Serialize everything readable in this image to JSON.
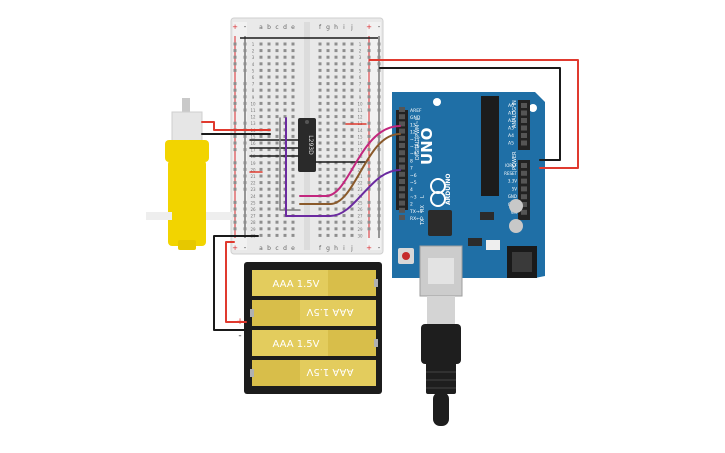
{
  "colors": {
    "background": "#ffffff",
    "breadboard": "#e9e9e9",
    "rail_red": "#d9262b",
    "rail_blue": "#3a3a3a",
    "arduino_blue": "#1f6fa6",
    "arduino_dark": "#155a88",
    "chip": "#2a2a2a",
    "motor_yellow": "#f2d400",
    "motor_body": "#e9e9e9",
    "battery_gold": "#d8be4a",
    "battery_holder": "#1c1c1c",
    "usb_grey": "#bfbfbf",
    "wire_red": "#e03a2f",
    "wire_black": "#1a1a1a",
    "wire_pink": "#c2277e",
    "wire_brown": "#8a5a2b",
    "wire_purple": "#6b2aa0",
    "wire_grey": "#7f7f7f"
  },
  "breadboard": {
    "column_letters_left": [
      "a",
      "b",
      "c",
      "d",
      "e"
    ],
    "column_letters_right": [
      "f",
      "g",
      "h",
      "i",
      "j"
    ],
    "row_numbers": [
      "1",
      "2",
      "3",
      "4",
      "5",
      "6",
      "7",
      "8",
      "9",
      "10",
      "11",
      "12",
      "13",
      "14",
      "15",
      "16",
      "17",
      "18",
      "19",
      "20",
      "21",
      "22",
      "23",
      "24",
      "25",
      "26",
      "27",
      "28",
      "29",
      "30"
    ],
    "rail_plus": "+",
    "rail_minus": "-"
  },
  "chip": {
    "label": "L293D"
  },
  "arduino": {
    "model": "UNO",
    "brand": "ARDUINO",
    "digital_label": "DIGITAL (PWM~)",
    "analog_label": "ANALOG IN",
    "power_label": "POWER",
    "tx_label": "TX",
    "rx_label": "RX",
    "on_label": "ON",
    "l_label": "L",
    "digital_pins": [
      "AREF",
      "GND",
      "13",
      "12",
      "~11",
      "~10",
      "~9",
      "8",
      "7",
      "~6",
      "~5",
      "4",
      "~3",
      "2",
      "TX→1",
      "RX←0"
    ],
    "analog_pins": [
      "A0",
      "A1",
      "A2",
      "A3",
      "A4",
      "A5"
    ],
    "power_pins": [
      "IOREF",
      "RESET",
      "3.3V",
      "5V",
      "GND",
      "GND",
      "Vin"
    ]
  },
  "battery_pack": {
    "cells": [
      {
        "label": "AAA 1.5V",
        "flipped": false
      },
      {
        "label": "AAA 1.5V",
        "flipped": true
      },
      {
        "label": "AAA 1.5V",
        "flipped": false
      },
      {
        "label": "AAA 1.5V",
        "flipped": true
      }
    ],
    "plus": "+",
    "minus": "-"
  }
}
